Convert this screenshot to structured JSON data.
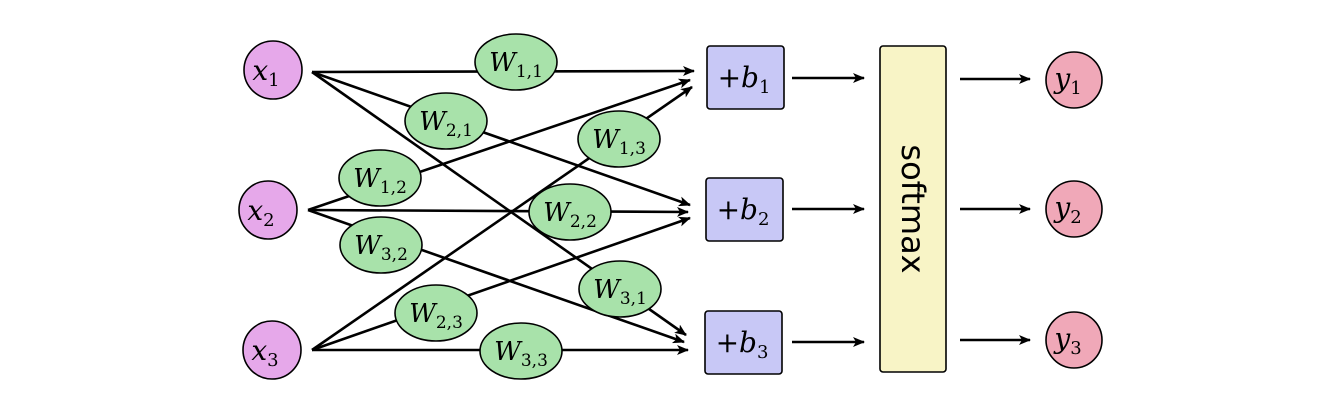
{
  "inputs": [
    {
      "var": "x",
      "sub": "1"
    },
    {
      "var": "x",
      "sub": "2"
    },
    {
      "var": "x",
      "sub": "3"
    }
  ],
  "weights": [
    {
      "var": "W",
      "sub": "1,1"
    },
    {
      "var": "W",
      "sub": "2,1"
    },
    {
      "var": "W",
      "sub": "1,2"
    },
    {
      "var": "W",
      "sub": "1,3"
    },
    {
      "var": "W",
      "sub": "2,2"
    },
    {
      "var": "W",
      "sub": "3,2"
    },
    {
      "var": "W",
      "sub": "3,1"
    },
    {
      "var": "W",
      "sub": "2,3"
    },
    {
      "var": "W",
      "sub": "3,3"
    }
  ],
  "biases": [
    {
      "prefix": "+",
      "var": "b",
      "sub": "1"
    },
    {
      "prefix": "+",
      "var": "b",
      "sub": "2"
    },
    {
      "prefix": "+",
      "var": "b",
      "sub": "3"
    }
  ],
  "softmax": {
    "label": "softmax"
  },
  "outputs": [
    {
      "var": "y",
      "sub": "1"
    },
    {
      "var": "y",
      "sub": "2"
    },
    {
      "var": "y",
      "sub": "3"
    }
  ],
  "colors": {
    "input_fill": "#e6a8ea",
    "weight_fill": "#a8e2aa",
    "bias_fill": "#c8c8f6",
    "softmax_fill": "#f8f4c6",
    "output_fill": "#f0a8b8",
    "stroke": "#000000"
  }
}
